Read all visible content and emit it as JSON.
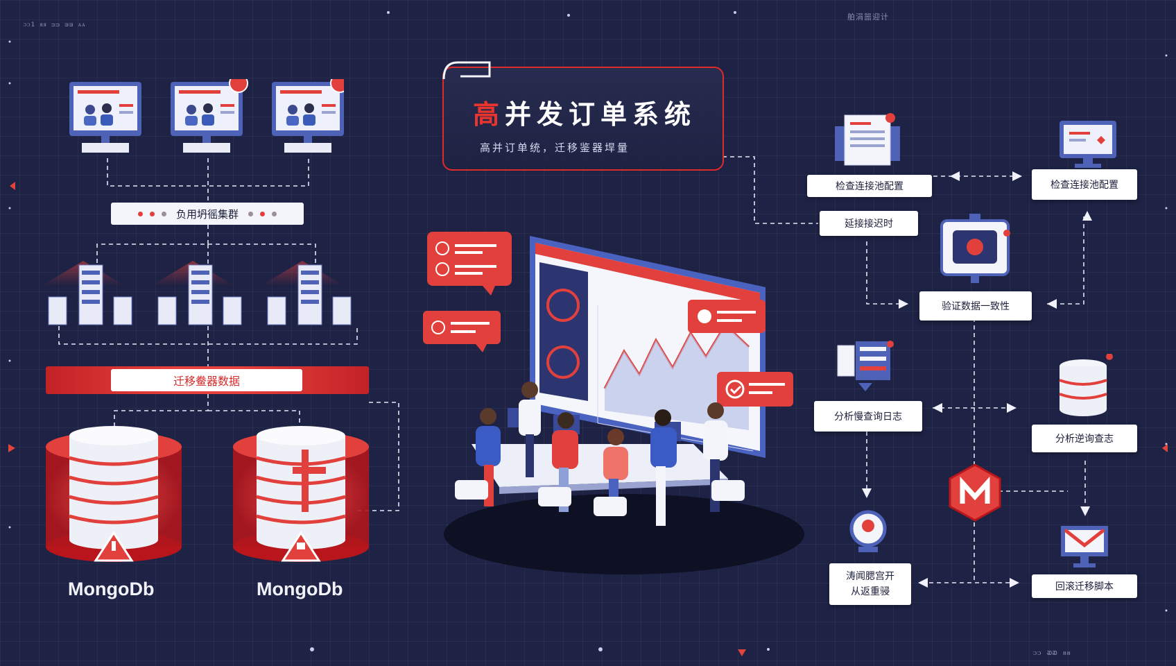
{
  "title": {
    "accent_char": "高",
    "rest": "并发订单系统",
    "subtitle": "高并订单统，迁移鉴器垾量"
  },
  "load_balancer": {
    "label": "负用坍徭集群"
  },
  "migration_banner": {
    "label": "迁移鲞器数据"
  },
  "databases": [
    {
      "label": "MongoDb"
    },
    {
      "label": "MongoDb"
    }
  ],
  "flow": {
    "check_pool_left": "检查连接池配置",
    "check_pool_right": "检查连接池配置",
    "connection_timeout": "延接接迟时",
    "verify_consistency": "验证数据一致性",
    "analyze_slow_log": "分析慢查询日志",
    "analyze_query_log": "分析逆询查志",
    "restart_line1": "涛闻腮宫开",
    "restart_line2": "从返重骎",
    "rollback_script": "回滚迁移脚本"
  },
  "corner_text": {
    "top_left": "ᴐᴐ1 ᴙᴙ ᴝᴝ ᴟᴟ ᴀᴀ",
    "top_right": "舶涓噐迎计",
    "bottom_right": "ᴐᴐ ᴔᴔ ᴕᴕ"
  },
  "colors": {
    "background": "#1e2244",
    "accent": "#e02b2b",
    "panel": "#ffffff",
    "navy": "#3a4a9a"
  }
}
